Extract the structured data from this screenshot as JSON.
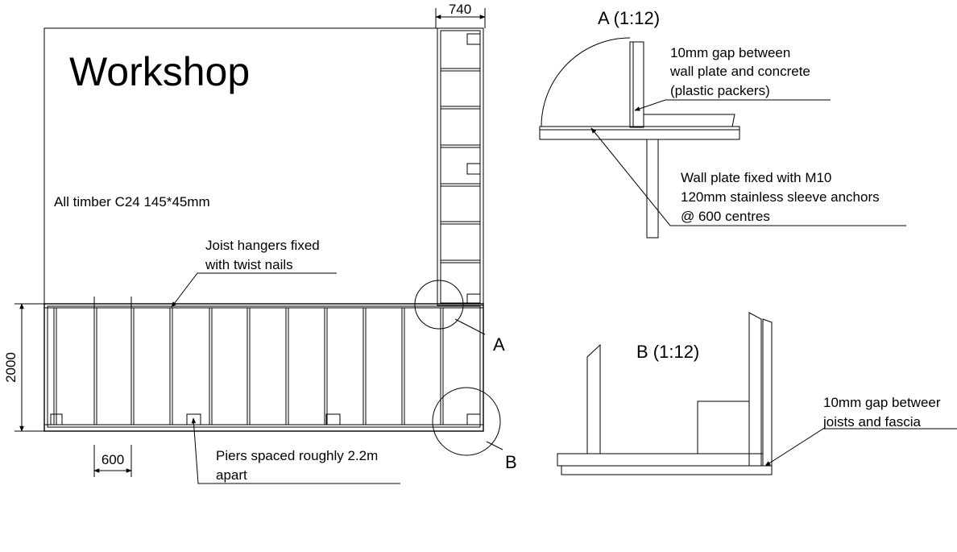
{
  "plan": {
    "title": "Workshop",
    "timber_note": "All timber C24 145*45mm",
    "joist_note": [
      "Joist hangers fixed",
      "with twist nails"
    ],
    "piers_note": [
      "Piers spaced roughly 2.2m",
      "apart"
    ],
    "dim_width": "740",
    "dim_depth": "2000",
    "dim_spacing": "600",
    "marker_a": "A",
    "marker_b": "B"
  },
  "detail_a": {
    "title": "A (1:12)",
    "gap_note": [
      "10mm gap between",
      "wall plate and concrete",
      "(plastic packers)"
    ],
    "fix_note": [
      "Wall plate fixed with M10",
      "120mm stainless sleeve anchors",
      "@ 600 centres"
    ]
  },
  "detail_b": {
    "title": "B (1:12)",
    "gap_note": [
      "10mm gap betweer",
      "joists and fascia"
    ]
  }
}
